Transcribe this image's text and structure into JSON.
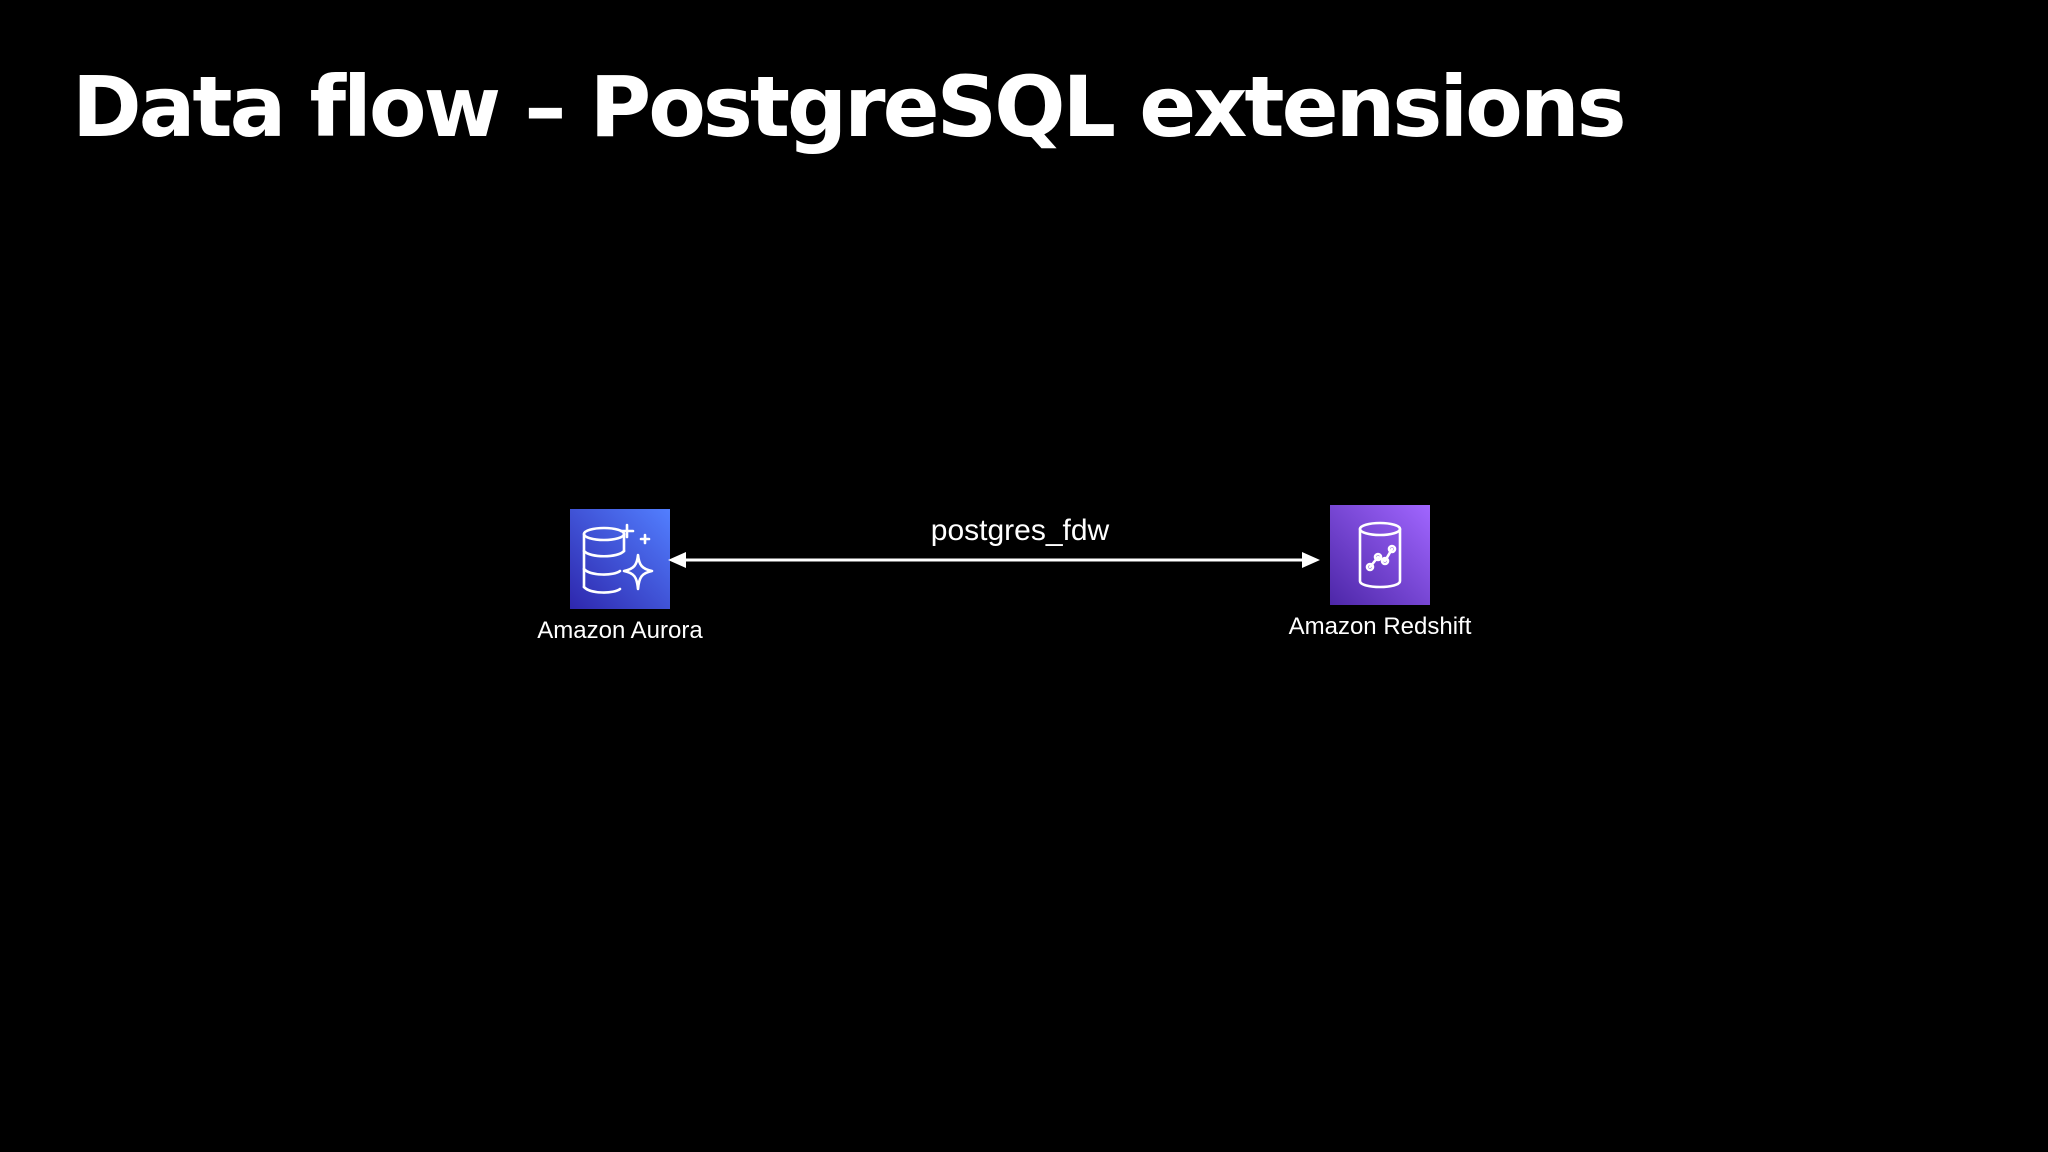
{
  "slide": {
    "title": "Data flow – PostgreSQL extensions"
  },
  "diagram": {
    "nodes": [
      {
        "label": "Amazon Aurora",
        "icon": "aurora-database-icon",
        "color": "#3F48CC"
      },
      {
        "label": "Amazon Redshift",
        "icon": "redshift-database-icon",
        "color": "#8C4FFF"
      }
    ],
    "connector": {
      "label": "postgres_fdw",
      "direction": "bidirectional"
    }
  },
  "colors": {
    "background": "#000000",
    "text": "#ffffff",
    "aurora_gradient": [
      "#2E27AD",
      "#527FFF"
    ],
    "redshift_gradient": [
      "#4D27A8",
      "#A166FF"
    ]
  }
}
